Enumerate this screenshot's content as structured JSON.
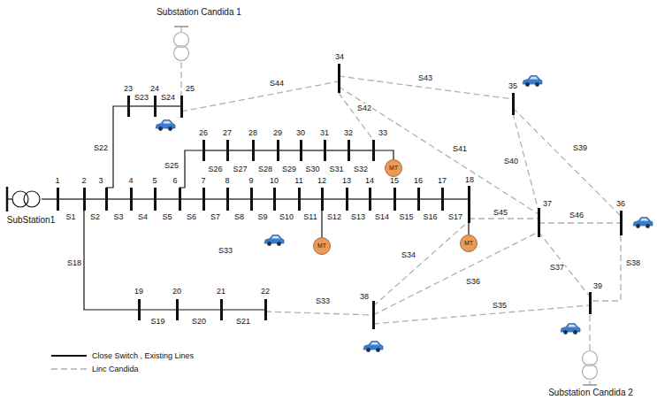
{
  "diagram": {
    "nodes": [
      {
        "text": [
          "Substation Candida 1"
        ]
      },
      {
        "text": [
          "SubStation1"
        ]
      },
      {
        "text": [
          "1"
        ]
      },
      {
        "text": [
          "2"
        ]
      },
      {
        "text": [
          "3"
        ]
      },
      {
        "text": [
          "4"
        ]
      },
      {
        "text": [
          "5"
        ]
      },
      {
        "text": [
          "6"
        ]
      },
      {
        "text": [
          "7"
        ]
      },
      {
        "text": [
          "8"
        ]
      },
      {
        "text": [
          "9"
        ]
      },
      {
        "text": [
          "10"
        ]
      },
      {
        "text": [
          "11"
        ]
      },
      {
        "text": [
          "12"
        ]
      },
      {
        "text": [
          "13"
        ]
      },
      {
        "text": [
          "14"
        ]
      },
      {
        "text": [
          "15"
        ]
      },
      {
        "text": [
          "16"
        ]
      },
      {
        "text": [
          "17"
        ]
      },
      {
        "text": [
          "18"
        ]
      },
      {
        "text": [
          "19"
        ]
      },
      {
        "text": [
          "20"
        ]
      },
      {
        "text": [
          "21"
        ]
      },
      {
        "text": [
          "22"
        ]
      },
      {
        "text": [
          "23"
        ]
      },
      {
        "text": [
          "24"
        ]
      },
      {
        "text": [
          "25"
        ]
      },
      {
        "text": [
          "26"
        ]
      },
      {
        "text": [
          "27"
        ]
      },
      {
        "text": [
          "28"
        ]
      },
      {
        "text": [
          "29"
        ]
      },
      {
        "text": [
          "30"
        ]
      },
      {
        "text": [
          "31"
        ]
      },
      {
        "text": [
          "32"
        ]
      },
      {
        "text": [
          "33"
        ]
      },
      {
        "text": [
          "34"
        ]
      },
      {
        "text": [
          "35"
        ]
      },
      {
        "text": [
          "36"
        ]
      },
      {
        "text": [
          "37"
        ]
      },
      {
        "text": [
          "38"
        ]
      },
      {
        "text": [
          "39"
        ]
      },
      {
        "text": [
          "MT"
        ]
      },
      {
        "text": [
          "MT"
        ]
      },
      {
        "text": [
          "MT"
        ]
      },
      {
        "text": [
          "Substation Candida 2"
        ]
      }
    ],
    "edges": [
      {
        "from": 1,
        "to": 2,
        "arrow": "none"
      },
      {
        "from": 2,
        "to": 3,
        "arrow": "none",
        "label": "S1"
      },
      {
        "from": 3,
        "to": 4,
        "arrow": "none",
        "label": "S2"
      },
      {
        "from": 4,
        "to": 5,
        "arrow": "none",
        "label": "S3"
      },
      {
        "from": 5,
        "to": 6,
        "arrow": "none",
        "label": "S4"
      },
      {
        "from": 6,
        "to": 7,
        "arrow": "none",
        "label": "S5"
      },
      {
        "from": 7,
        "to": 8,
        "arrow": "none",
        "label": "S6"
      },
      {
        "from": 8,
        "to": 9,
        "arrow": "none",
        "label": "S7"
      },
      {
        "from": 9,
        "to": 10,
        "arrow": "none",
        "label": "S8"
      },
      {
        "from": 10,
        "to": 11,
        "arrow": "none",
        "label": "S9"
      },
      {
        "from": 11,
        "to": 12,
        "arrow": "none",
        "label": "S10"
      },
      {
        "from": 12,
        "to": 13,
        "arrow": "none",
        "label": "S11"
      },
      {
        "from": 13,
        "to": 14,
        "arrow": "none",
        "label": "S12"
      },
      {
        "from": 14,
        "to": 15,
        "arrow": "none",
        "label": "S13"
      },
      {
        "from": 15,
        "to": 16,
        "arrow": "none",
        "label": "S14"
      },
      {
        "from": 16,
        "to": 17,
        "arrow": "none",
        "label": "S15"
      },
      {
        "from": 17,
        "to": 18,
        "arrow": "none",
        "label": "S16"
      },
      {
        "from": 18,
        "to": 19,
        "arrow": "none",
        "label": "S17"
      },
      {
        "from": 3,
        "to": 20,
        "arrow": "none",
        "label": "S18"
      },
      {
        "from": 20,
        "to": 21,
        "arrow": "none",
        "label": "S19"
      },
      {
        "from": 21,
        "to": 22,
        "arrow": "none",
        "label": "S20"
      },
      {
        "from": 22,
        "to": 23,
        "arrow": "none",
        "label": "S21"
      },
      {
        "from": 4,
        "to": 24,
        "arrow": "none",
        "label": "S22"
      },
      {
        "from": 24,
        "to": 25,
        "arrow": "none",
        "label": "S23"
      },
      {
        "from": 25,
        "to": 26,
        "arrow": "none",
        "label": "S24"
      },
      {
        "from": 7,
        "to": 27,
        "arrow": "none",
        "label": "S25"
      },
      {
        "from": 27,
        "to": 28,
        "arrow": "none",
        "label": "S26"
      },
      {
        "from": 28,
        "to": 29,
        "arrow": "none",
        "label": "S27"
      },
      {
        "from": 29,
        "to": 30,
        "arrow": "none",
        "label": "S28"
      },
      {
        "from": 30,
        "to": 31,
        "arrow": "none",
        "label": "S29"
      },
      {
        "from": 31,
        "to": 32,
        "arrow": "none",
        "label": "S30"
      },
      {
        "from": 32,
        "to": 33,
        "arrow": "none",
        "label": "S31"
      },
      {
        "from": 33,
        "to": 34,
        "arrow": "none",
        "label": "S32"
      },
      {
        "from": 34,
        "to": 41,
        "arrow": "none"
      },
      {
        "from": 13,
        "to": 42,
        "arrow": "none"
      },
      {
        "from": 19,
        "to": 43,
        "arrow": "none"
      },
      {
        "from": 23,
        "to": 39,
        "arrow": "none",
        "label": "S33"
      },
      {
        "from": 39,
        "to": 19,
        "arrow": "none",
        "label": "S34"
      },
      {
        "from": 39,
        "to": 40,
        "arrow": "none",
        "label": "S35"
      },
      {
        "from": 39,
        "to": 38,
        "arrow": "none",
        "label": "S36"
      },
      {
        "from": 38,
        "to": 40,
        "arrow": "none",
        "label": "S37"
      },
      {
        "from": 37,
        "to": 40,
        "arrow": "none",
        "label": "S38"
      },
      {
        "from": 36,
        "to": 37,
        "arrow": "none",
        "label": "S39"
      },
      {
        "from": 36,
        "to": 38,
        "arrow": "none",
        "label": "S40"
      },
      {
        "from": 35,
        "to": 38,
        "arrow": "none",
        "label": "S41"
      },
      {
        "from": 35,
        "to": 34,
        "arrow": "none",
        "label": "S42"
      },
      {
        "from": 35,
        "to": 36,
        "arrow": "none",
        "label": "S43"
      },
      {
        "from": 26,
        "to": 35,
        "arrow": "none",
        "label": "S44"
      },
      {
        "from": 19,
        "to": 38,
        "arrow": "none",
        "label": "S45"
      },
      {
        "from": 38,
        "to": 37,
        "arrow": "none",
        "label": "S46"
      },
      {
        "from": 0,
        "to": 26,
        "arrow": "none"
      },
      {
        "from": 44,
        "to": 40,
        "arrow": "none"
      }
    ],
    "labels": [
      "S33"
    ],
    "legend": [
      {
        "text": "Close Switch , Existing Lines"
      },
      {
        "text": "Linc Candida"
      }
    ]
  }
}
